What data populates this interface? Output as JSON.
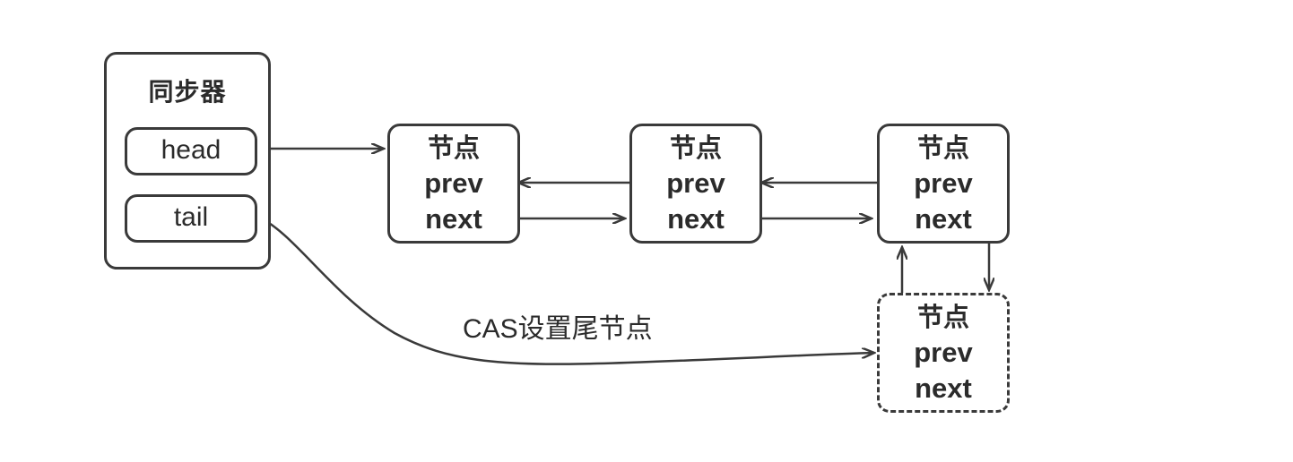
{
  "synchronizer": {
    "title": "同步器",
    "head_label": "head",
    "tail_label": "tail"
  },
  "nodes": [
    {
      "title": "节点",
      "prev": "prev",
      "next": "next"
    },
    {
      "title": "节点",
      "prev": "prev",
      "next": "next"
    },
    {
      "title": "节点",
      "prev": "prev",
      "next": "next"
    },
    {
      "title": "节点",
      "prev": "prev",
      "next": "next",
      "dashed": true
    }
  ],
  "edge_labels": {
    "cas": "CAS设置尾节点"
  },
  "colors": {
    "line": "#3a3a3a",
    "text": "#2b2b2b",
    "background": "#ffffff"
  }
}
